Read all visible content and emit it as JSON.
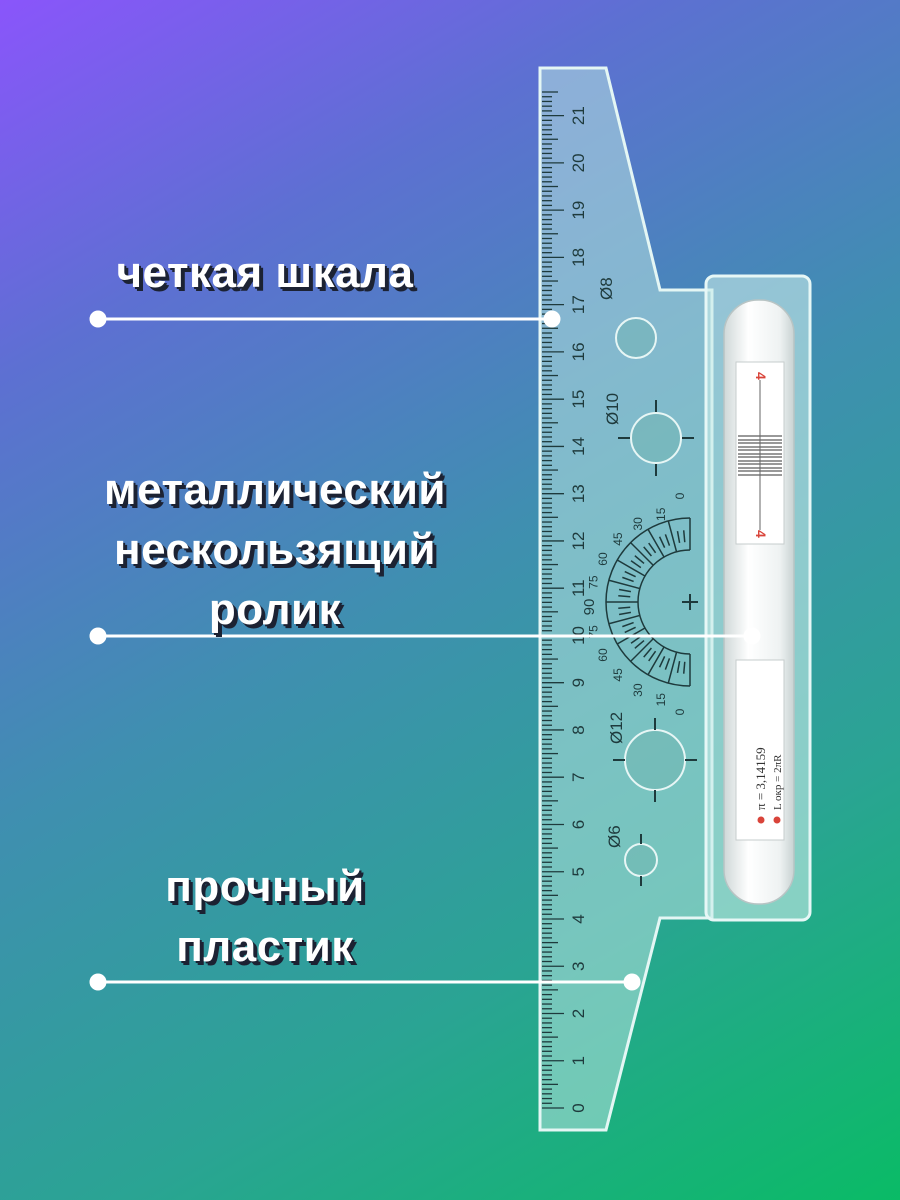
{
  "callouts": [
    {
      "id": "scale",
      "lines": [
        "четкая шкала"
      ]
    },
    {
      "id": "roller",
      "lines": [
        "металлический",
        "нескользящий",
        "ролик"
      ]
    },
    {
      "id": "plastic",
      "lines": [
        "прочный",
        "пластик"
      ]
    }
  ],
  "ruler": {
    "cm_numbers": [
      "0",
      "1",
      "2",
      "3",
      "4",
      "5",
      "6",
      "7",
      "8",
      "9",
      "10",
      "11",
      "12",
      "13",
      "14",
      "15",
      "16",
      "17",
      "18",
      "19",
      "20",
      "21"
    ],
    "circle_labels": [
      "Ø8",
      "Ø10",
      "Ø12",
      "Ø6"
    ],
    "protractor_labels": [
      "15",
      "30",
      "45",
      "60",
      "75",
      "90",
      "75",
      "60",
      "45",
      "30",
      "15",
      "0",
      "0"
    ]
  },
  "roller_label": {
    "number_top": "4",
    "number_bottom": "4",
    "pi_text": "π = 3,14159",
    "formula_text": "L окр = 2πR"
  },
  "colors": {
    "bg_start": "#8a55fb",
    "bg_end": "#0abb66",
    "label_text": "#ffffff",
    "label_shadow": "#1c2233",
    "pointer_line": "#ffffff",
    "ruler_plastic": "#b6e2e0",
    "ruler_ink": "#1e3a3c",
    "roller_white": "#f4f6f6",
    "accent_red": "#d9443a"
  }
}
